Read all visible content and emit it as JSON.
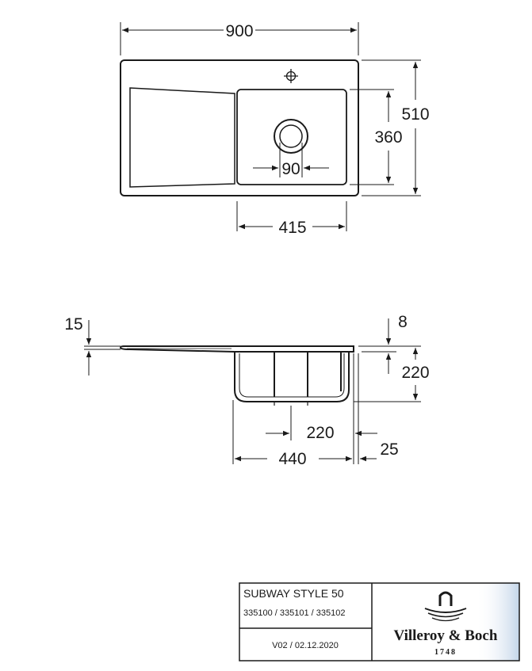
{
  "top_view": {
    "dim_overall_width": "900",
    "dim_overall_depth": "510",
    "dim_bowl_depth": "360",
    "dim_bowl_width": "415",
    "dim_drain": "90"
  },
  "side_view": {
    "dim_rim_thickness": "15",
    "dim_edge": "8",
    "dim_bowl_height": "220",
    "dim_drain_offset": "220",
    "dim_bowl_width": "440",
    "dim_edge_offset": "25"
  },
  "title_block": {
    "product_name": "SUBWAY STYLE 50",
    "article_numbers": "335100 / 335101 / 335102",
    "version": "V02 / 02.12.2020",
    "brand": "Villeroy & Boch",
    "brand_year": "1748"
  },
  "icons": {
    "tap_hole": "tap-hole-icon",
    "drain": "drain-icon",
    "logo_emblem": "logo-emblem-icon"
  },
  "colors": {
    "line": "#1a1a1a",
    "background": "#ffffff"
  }
}
